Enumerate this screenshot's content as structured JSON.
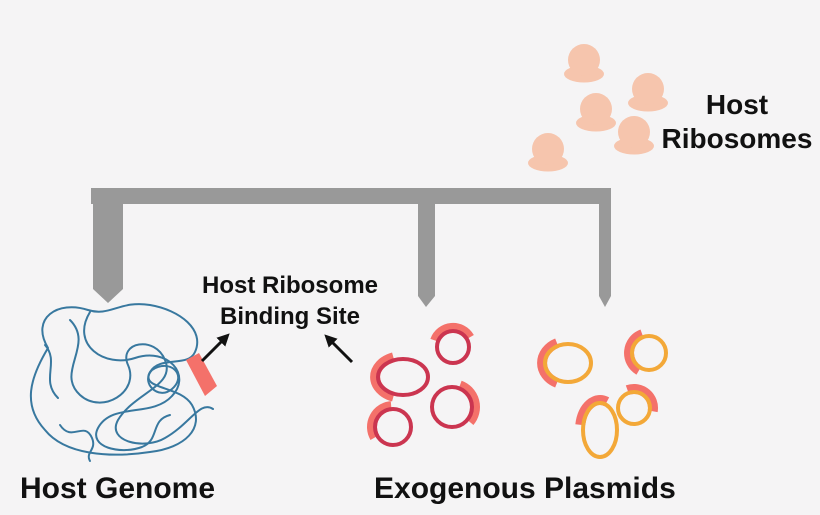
{
  "labels": {
    "host_ribosomes_line1": "Host",
    "host_ribosomes_line2": "Ribosomes",
    "binding_site_line1": "Host Ribosome",
    "binding_site_line2": "Binding Site",
    "host_genome": "Host Genome",
    "exogenous_plasmids": "Exogenous Plasmids"
  },
  "colors": {
    "background": "#f5f4f5",
    "bracket": "#999999",
    "ribosome": "#f6c5ad",
    "salmon": "#f4716a",
    "red_ring": "#cb3550",
    "orange_ring": "#f3a838",
    "genome_blue": "#38789f",
    "text": "#111111"
  },
  "counts": {
    "host_ribosomes": 5,
    "red_plasmids": 4,
    "orange_plasmids": 4
  }
}
